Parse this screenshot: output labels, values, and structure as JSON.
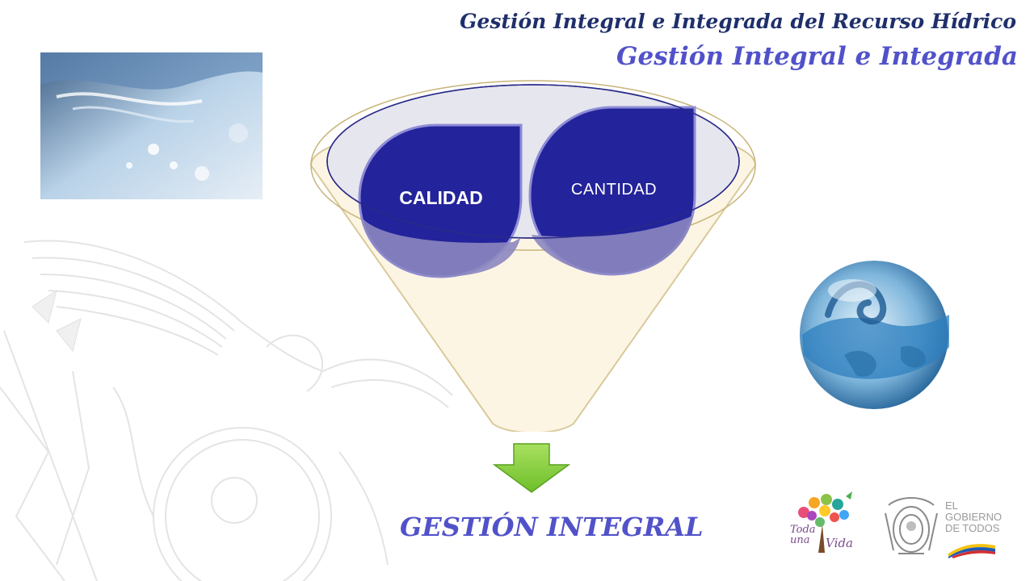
{
  "header": {
    "title": "Gestión Integral e Integrada del Recurso Hídrico",
    "subtitle": "Gestión Integral e Integrada"
  },
  "diagram": {
    "items": [
      {
        "label": "CALIDAD",
        "color": "#23239b"
      },
      {
        "label": "CANTIDAD",
        "color": "#23239b"
      }
    ],
    "result_label": "GESTIÓN INTEGRAL",
    "funnel_fill": "#fdf5e3",
    "funnel_stroke": "#d9c99b",
    "ellipse_stroke": "#2a2a8a",
    "arrow_color": "#8dd13d"
  },
  "logos": {
    "todavida": [
      "Toda",
      "una",
      "Vida"
    ],
    "gobierno": [
      "EL",
      "GOBIERNO",
      "DE TODOS"
    ]
  },
  "colors": {
    "title_dark": "#1f2f6b",
    "title_accent": "#5152c9"
  }
}
